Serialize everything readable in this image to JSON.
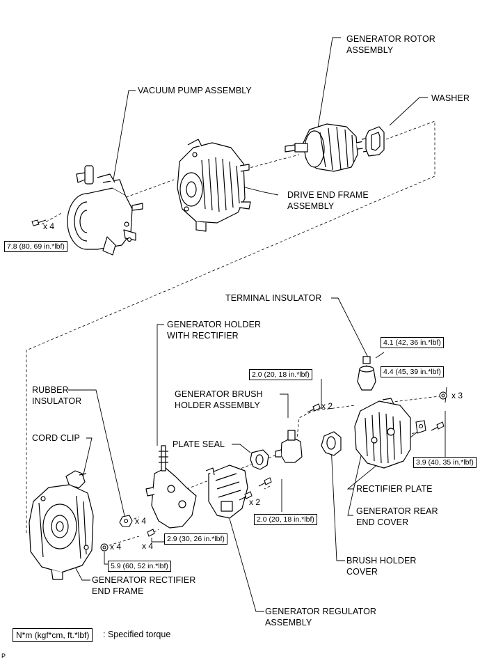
{
  "labels": {
    "generator_rotor_assembly": "GENERATOR ROTOR\nASSEMBLY",
    "washer": "WASHER",
    "vacuum_pump_assembly": "VACUUM PUMP ASSEMBLY",
    "drive_end_frame_assembly": "DRIVE END FRAME\nASSEMBLY",
    "terminal_insulator": "TERMINAL INSULATOR",
    "generator_holder_with_rectifier": "GENERATOR HOLDER\nWITH RECTIFIER",
    "rubber_insulator": "RUBBER\nINSULATOR",
    "generator_brush_holder_assembly": "GENERATOR BRUSH\nHOLDER ASSEMBLY",
    "cord_clip": "CORD CLIP",
    "plate_seal": "PLATE SEAL",
    "rectifier_plate": "RECTIFIER PLATE",
    "generator_rear_end_cover": "GENERATOR REAR\nEND COVER",
    "brush_holder_cover": "BRUSH HOLDER\nCOVER",
    "generator_rectifier_end_frame": "GENERATOR RECTIFIER\nEND FRAME",
    "generator_regulator_assembly": "GENERATOR REGULATOR\nASSEMBLY"
  },
  "torques": {
    "vacuum_pump": "7.8 (80, 69 in.*lbf)",
    "terminal_nut": "4.1 (42, 36 in.*lbf)",
    "rear_cover_nuts": "4.4 (45, 39 in.*lbf)",
    "brush_holder_screws": "2.0 (20, 18 in.*lbf)",
    "rectifier_plate_screw": "3.9 (40, 35 in.*lbf)",
    "regulator_screws": "2.0 (20, 18 in.*lbf)",
    "holder_screws": "2.9 (30, 26 in.*lbf)",
    "end_frame_bolts": "5.9 (60, 52 in.*lbf)"
  },
  "quantities": {
    "vacuum_pump_bolts": "x 4",
    "brush_holder_screws": "x 2",
    "rear_cover_nuts": "x 3",
    "rubber_insulators": "x 4",
    "regulator_screws": "x 2",
    "holder_screws": "x 4",
    "end_frame_bolts": "x 4"
  },
  "legend": {
    "unit": "N*m (kgf*cm, ft.*lbf)",
    "text": ": Specified torque"
  },
  "figure_id": "P"
}
